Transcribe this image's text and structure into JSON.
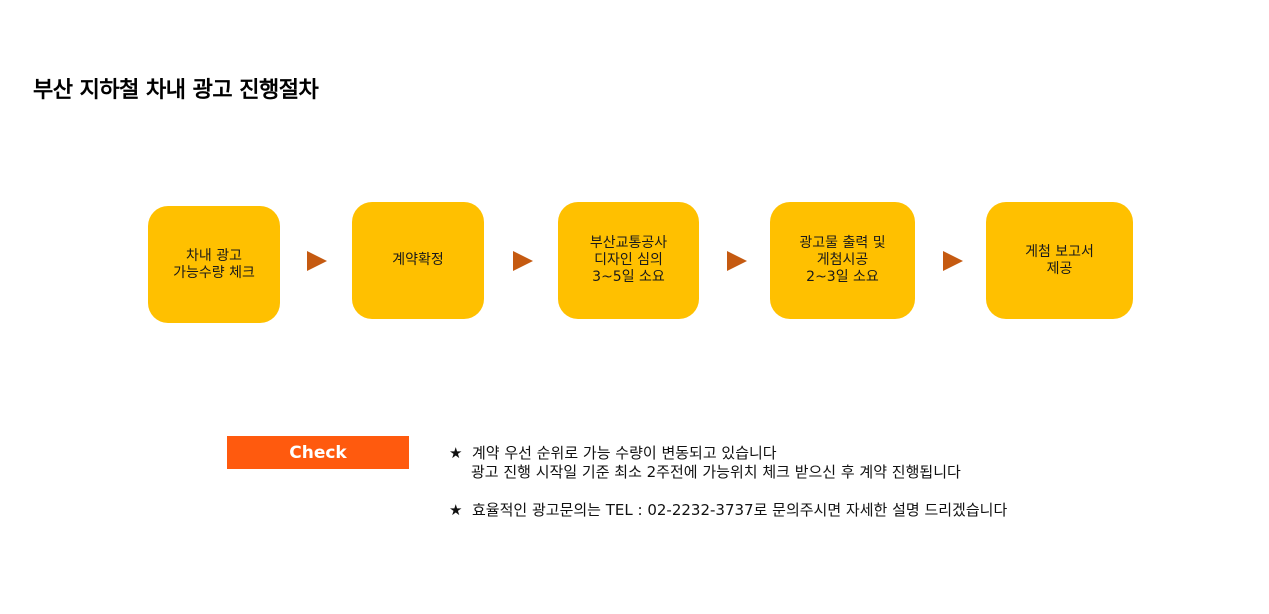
{
  "title": "부산 지하철 차내 광고 진행절차",
  "steps": [
    {
      "label": "차내  광고\n가능수량 체크"
    },
    {
      "label": "계약확정"
    },
    {
      "label": "부산교통공사\n디자인 심의\n3~5일 소요"
    },
    {
      "label": "광고물 출력 및\n게첨시공\n2~3일 소요"
    },
    {
      "label": "게첨 보고서\n제공"
    }
  ],
  "check": {
    "label": "Check"
  },
  "notes": [
    {
      "icon": "★",
      "line1": "계약 우선 순위로 가능 수량이 변동되고 있습니다",
      "line2": "광고 진행 시작일 기준 최소 2주전에 가능위치 체크 받으신 후 계약 진행됩니다"
    },
    {
      "icon": "★",
      "line1": "효율적인 광고문의는 TEL : 02-2232-3737로 문의주시면 자세한 설명 드리겠습니다"
    }
  ],
  "colors": {
    "step_fill": "#FFC000",
    "arrow": "#C55A11",
    "check_badge": "#FF5A0E"
  }
}
